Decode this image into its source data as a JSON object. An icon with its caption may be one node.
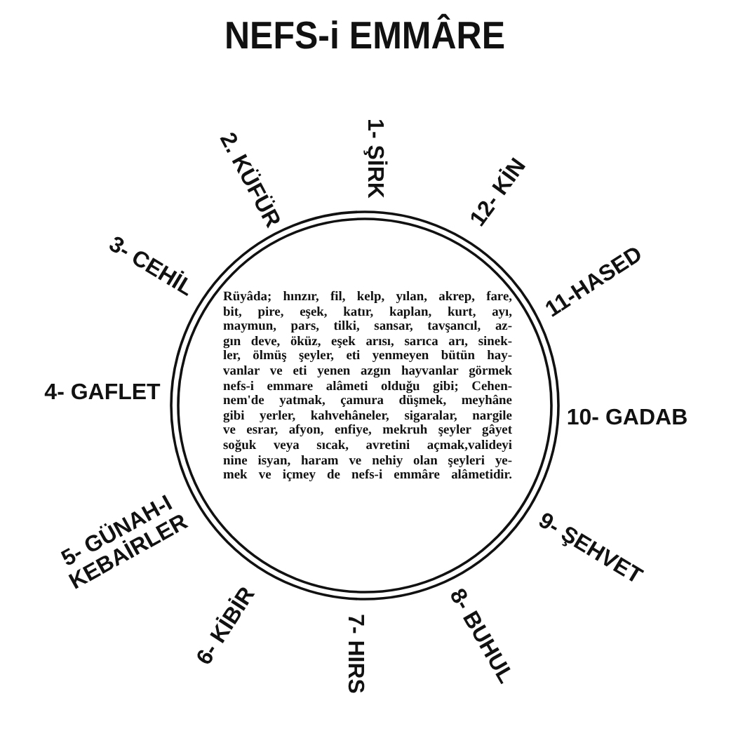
{
  "diagram": {
    "title": "NEFS-i EMMÂRE",
    "nodes": [
      {
        "text": [
          "Rüyâda; hınzır, fil, kelp, yılan, akrep, fare, bit, pire, eşek, katır, kaplan, kurt, ayı, maymun, pars, tilki, sansar, tavşancıl, az- gın deve, öküz, eşek arısı, sarıca arı, sinek- ler, ölmüş şeyler, eti yenmeyen bütün hay- vanlar ve eti yenen azgın hayvanlar görmek nefs-i emmare alâmeti olduğu gibi; Cehen- nem'de yatmak, çamura düşmek, meyhâne gibi yerler, kahvehâneler, sigaralar, nargile ve esrar, afyon, enfiye, mekruh şeyler gâyet soğuk veya sıcak, avretini açmak,valideyi nine isyan, haram ve nehiy olan şeyleri ye- mek ve içmey de nefs-i emmâre alâmetidir."
        ]
      }
    ],
    "labels": [
      "1- ŞİRK",
      "2. KÜFÜR",
      "3- CEHİL",
      "4- GAFLET",
      "5- GÜNAH-I KEBAİRLER",
      "6- KİBİR",
      "7- HIRS",
      "8- BUHUL",
      "9- ŞEHVET",
      "10- GADAB",
      "11-HASED",
      "12- KİN"
    ]
  }
}
